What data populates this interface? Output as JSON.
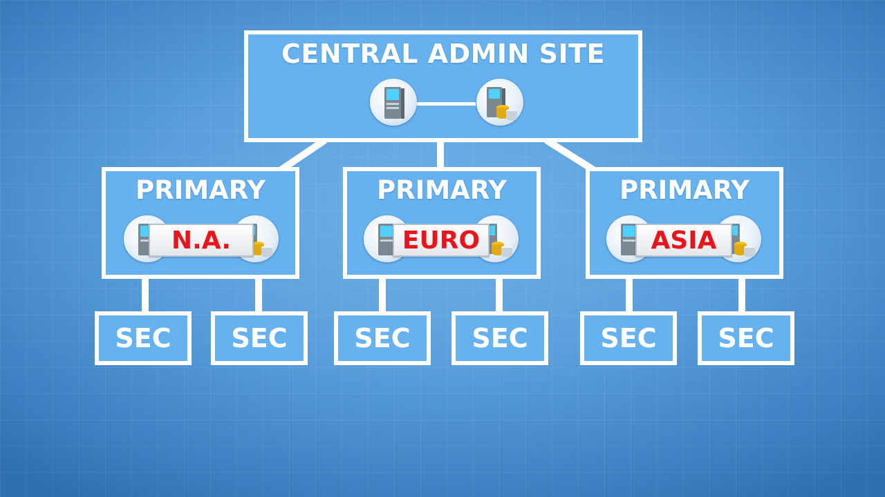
{
  "central": {
    "title": "CENTRAL ADMIN SITE"
  },
  "primaries": [
    {
      "title": "PRIMARY",
      "region": "N.A.",
      "secondaries": [
        "SEC",
        "SEC"
      ]
    },
    {
      "title": "PRIMARY",
      "region": "EURO",
      "secondaries": [
        "SEC",
        "SEC"
      ]
    },
    {
      "title": "PRIMARY",
      "region": "ASIA",
      "secondaries": [
        "SEC",
        "SEC"
      ]
    }
  ],
  "colors": {
    "box_fill": "#66b1ee",
    "border": "#ffffff",
    "region_text": "#e8161c",
    "background": "#5a9fdc"
  },
  "icons": [
    "server-icon",
    "database-server-icon"
  ]
}
